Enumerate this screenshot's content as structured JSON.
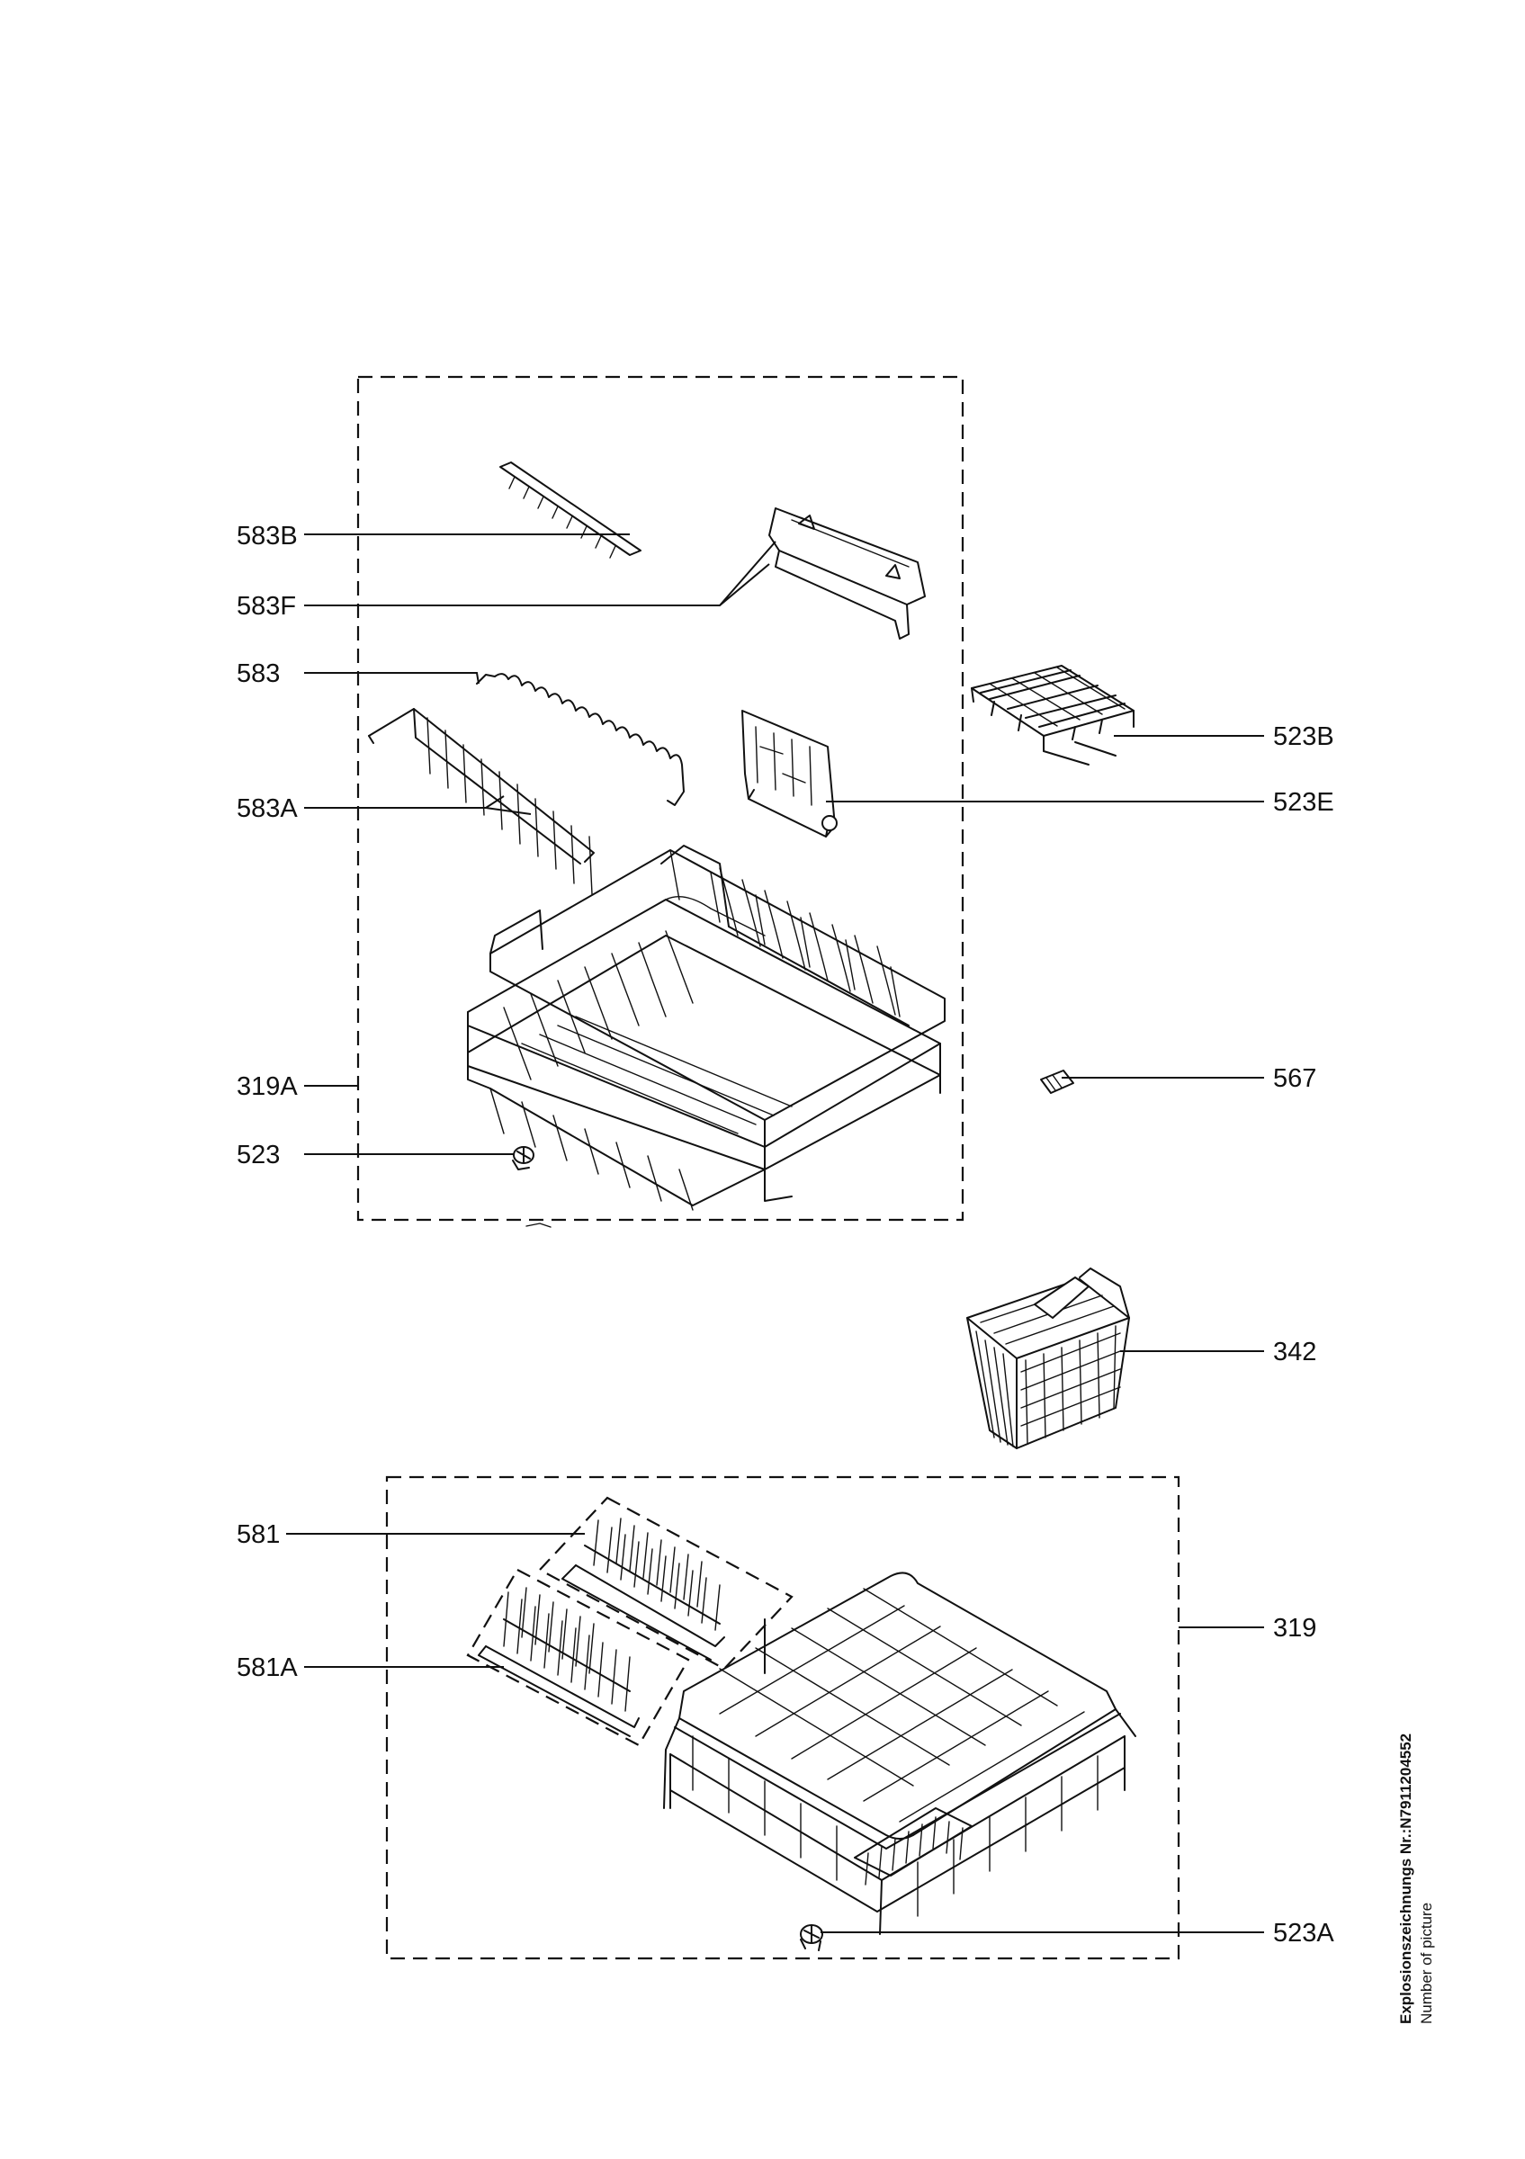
{
  "parts": {
    "p583B": "583B",
    "p583F": "583F",
    "p583": "583",
    "p583A": "583A",
    "p319A": "319A",
    "p523": "523",
    "p523B": "523B",
    "p523E": "523E",
    "p567": "567",
    "p342": "342",
    "p581": "581",
    "p581A": "581A",
    "p319": "319",
    "p523A": "523A"
  },
  "caption": {
    "line1": "Explosionszeichnungs Nr.:N7911204552",
    "line2": "Number of picture"
  }
}
